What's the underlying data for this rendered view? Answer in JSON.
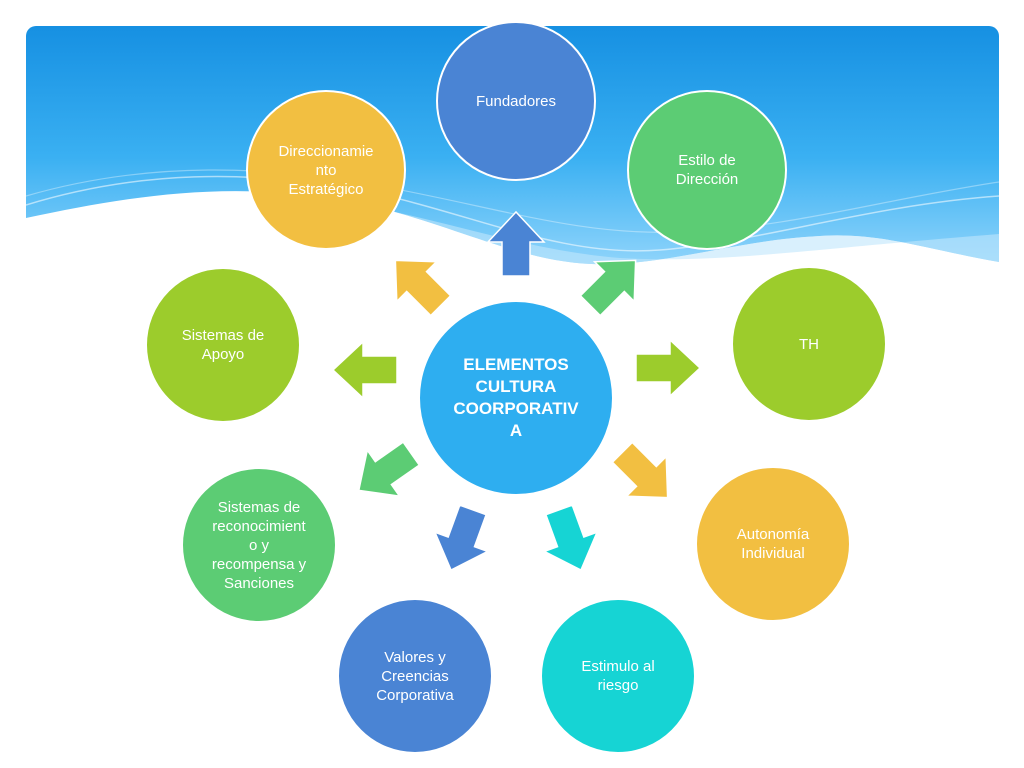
{
  "diagram": {
    "center": {
      "label": "ELEMENTOS\nCULTURA\nCOORPORATIV\nA",
      "color": "#2eaef0"
    },
    "nodes": [
      {
        "id": "fundadores",
        "label": "Fundadores",
        "color": "#4a84d4"
      },
      {
        "id": "estilo-direccion",
        "label": "Estilo de\nDirección",
        "color": "#5ccc74"
      },
      {
        "id": "th",
        "label": "TH",
        "color": "#9ccc2c"
      },
      {
        "id": "autonomia",
        "label": "Autonomía\nIndividual",
        "color": "#f2bf41"
      },
      {
        "id": "estimulo",
        "label": "Estimulo al\nriesgo",
        "color": "#16d4d4"
      },
      {
        "id": "valores",
        "label": "Valores y\nCreencias\nCorporativa",
        "color": "#4a84d4"
      },
      {
        "id": "reconocimiento",
        "label": "Sistemas de\nreconocimient\no y\nrecompensa  y\nSanciones",
        "color": "#5ccc74"
      },
      {
        "id": "apoyo",
        "label": "Sistemas de\nApoyo",
        "color": "#9ccc2c"
      },
      {
        "id": "direccionamiento",
        "label": "Direccionamie\nnto\nEstratégico",
        "color": "#f2bf41"
      }
    ],
    "arrow_colors": [
      "#4a84d4",
      "#5ccc74",
      "#9ccc2c",
      "#f2bf41",
      "#16d4d4",
      "#4a84d4",
      "#5ccc74",
      "#9ccc2c",
      "#f2bf41"
    ]
  }
}
